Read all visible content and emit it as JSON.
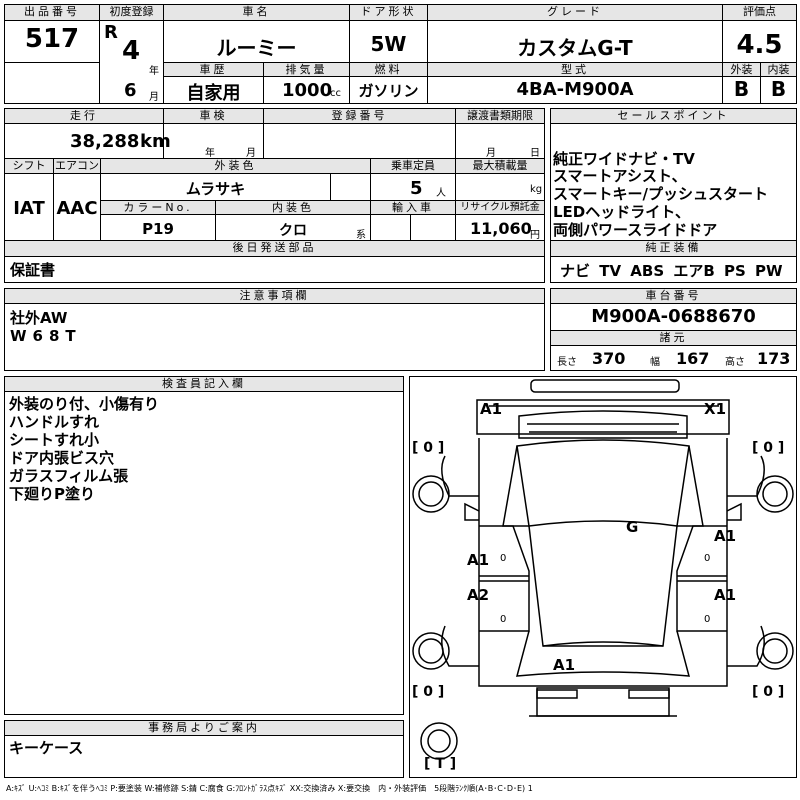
{
  "headers": {
    "lot_no": "出品番号",
    "first_reg": "初度登録",
    "model_name": "車名",
    "door_type": "ドア形状",
    "grade": "グレード",
    "score": "評価点",
    "history": "車歴",
    "displacement": "排気量",
    "fuel": "燃料",
    "model_code": "型式",
    "exterior": "外装",
    "interior": "内装",
    "mileage": "走行",
    "inspection": "車検",
    "reg_no": "登録番号",
    "transfer_doc": "譲渡書類期限",
    "sales_points": "セールスポイント",
    "shift": "シフト",
    "aircon": "エアコン",
    "ext_color": "外装色",
    "capacity": "乗車定員",
    "max_load": "最大積載量",
    "color_no": "カラーNo.",
    "int_color": "内装色",
    "import": "輸入車",
    "recycle": "リサイクル預託金",
    "later_items": "後日発送部品",
    "standard_equip": "純正装備",
    "notes": "注意事項欄",
    "chassis_no": "車台番号",
    "dims": "諸元",
    "inspector_notes": "検査員記入欄",
    "office_notes": "事務局よりご案内"
  },
  "units": {
    "year": "年",
    "month": "月",
    "cc": "cc",
    "km": "km",
    "people": "人",
    "kg": "kg",
    "thread": "系",
    "yen": "円",
    "length": "長さ",
    "width": "幅",
    "height": "高さ"
  },
  "values": {
    "lot_no": "517",
    "era": "R",
    "year": "4",
    "month": "6",
    "model_name": "ルーミー",
    "door_type": "5W",
    "grade": "カスタムG-T",
    "score": "4.5",
    "history": "自家用",
    "displacement": "1000",
    "fuel": "ガソリン",
    "model_code": "4BA-M900A",
    "exterior": "B",
    "interior": "B",
    "mileage": "38,288",
    "shift": "IAT",
    "aircon": "AAC",
    "ext_color": "ムラサキ",
    "capacity": "5",
    "color_no": "P19",
    "int_color": "クロ",
    "recycle": "11,060",
    "later_items": "保証書",
    "standard_equip": "ナビ TV ABS エアB PS PW",
    "chassis_no": "M900A-0688670",
    "length": "370",
    "width": "167",
    "height": "173",
    "office_notes": "キーケース"
  },
  "sales_points": [
    "純正ワイドナビ・TV",
    "スマートアシスト、",
    "スマートキー/プッシュスタート",
    "LEDヘッドライト、",
    "両側パワースライドドア"
  ],
  "notes": [
    "社外AW",
    "W68T"
  ],
  "inspector_lines": [
    "外装のり付、小傷有り",
    "ハンドルすれ",
    "シートすれ小",
    "ドア内張ビス穴",
    "ガラスフィルム張",
    "下廻りP塗り"
  ],
  "diagram": {
    "front_left": "A1",
    "front_right": "X1",
    "tire_fl": "[ 0 ]",
    "tire_fr": "[ 0 ]",
    "tire_rl": "[ 0 ]",
    "tire_rr": "[ 0 ]",
    "spare": "[ T ]",
    "windshield": "G",
    "door_fl": "A1",
    "door_fr": "A1",
    "door_rl": "A2",
    "door_rr": "A1",
    "rear": "A1",
    "mark_small": "0"
  },
  "legend": "A:ｷｽﾞ U:ﾍｺﾐ B:ｷｽﾞを伴うﾍｺﾐ P:要塗装 W:補修跡 S:錆 C:腐食 G:ﾌﾛﾝﾄｶﾞﾗｽ点ｷｽﾞ XX:交換済み X:要交換　内・外装評価　5段階ﾗﾝｸ順(A･B･C･D･E) 1"
}
